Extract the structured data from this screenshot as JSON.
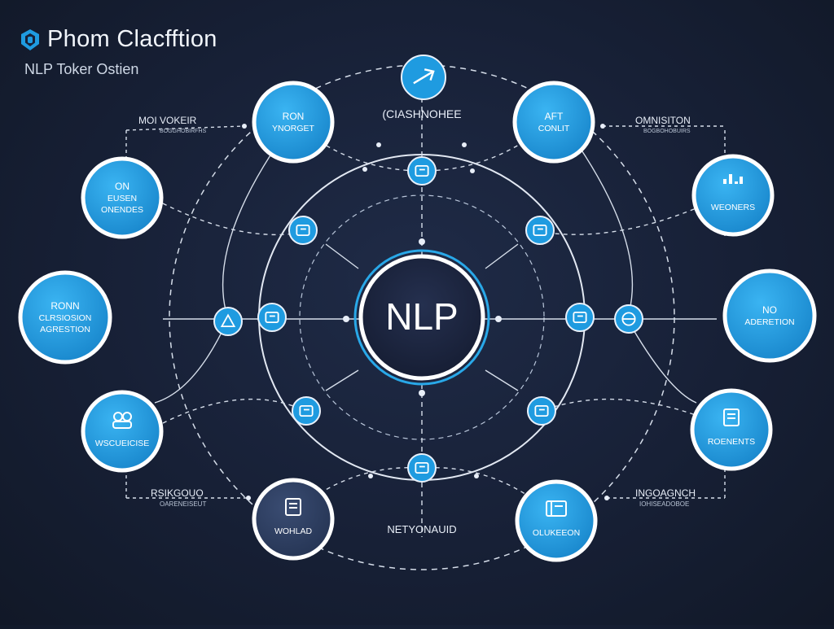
{
  "header": {
    "title": "Phom Clacfftion",
    "subtitle": "NLP Toker Ostien"
  },
  "colors": {
    "background": "#172036",
    "node_blue": "#1f9be0",
    "node_ring": "#ffffff",
    "node_dark": "#2a3a5c",
    "center_fill": "#1b2440",
    "center_ring": "#29a8e8",
    "line": "#d6deea"
  },
  "center": {
    "label": "NLP"
  },
  "nodes": [
    {
      "id": "top-left",
      "lines": [
        "RON",
        "YNORGET"
      ],
      "icon": "none",
      "style": "blue"
    },
    {
      "id": "top-right",
      "lines": [
        "AFT",
        "CONLIT"
      ],
      "icon": "none",
      "style": "blue"
    },
    {
      "id": "left-upper",
      "lines": [
        "ON",
        "EUSEN",
        "ONENDES"
      ],
      "icon": "none",
      "style": "blue"
    },
    {
      "id": "right-upper",
      "lines": [
        "WEONERS"
      ],
      "icon": "chart-icon",
      "style": "blue"
    },
    {
      "id": "left-mid",
      "lines": [
        "RONN",
        "CLRSIOSION",
        "AGRESTION"
      ],
      "icon": "none",
      "style": "blue"
    },
    {
      "id": "right-mid",
      "lines": [
        "NO",
        "ADERETION"
      ],
      "icon": "none",
      "style": "blue"
    },
    {
      "id": "left-lower",
      "lines": [
        "WSCUEICISE"
      ],
      "icon": "people-icon",
      "style": "blue"
    },
    {
      "id": "right-lower",
      "lines": [
        "ROENENTS"
      ],
      "icon": "doc-icon",
      "style": "blue"
    },
    {
      "id": "bottom-left",
      "lines": [
        "WOHLAD"
      ],
      "icon": "doc-icon",
      "style": "dark"
    },
    {
      "id": "bottom-right",
      "lines": [
        "OLUKEEON"
      ],
      "icon": "card-icon",
      "style": "blue"
    }
  ],
  "labels": {
    "top_left": {
      "main": "MOI VOKEIR",
      "sub": "BOGGHOBIRFHS"
    },
    "top_center": "(CIASHNOHEE",
    "top_right": {
      "main": "OMNISITON",
      "sub": "BOGBOHOBUIRS"
    },
    "bottom_left": {
      "main": "RSIKGOUO",
      "sub": "OARENEISEUT"
    },
    "bottom_center": "NETYONAUID",
    "bottom_right": {
      "main": "INGOAGNCH",
      "sub": "IOHISEADOBOE"
    }
  },
  "small_icons": [
    "arrow-icon",
    "message-icon",
    "image-icon",
    "book-icon",
    "warning-icon",
    "chart-icon",
    "card-icon",
    "globe-icon",
    "users-icon",
    "flag-icon",
    "code-icon"
  ]
}
